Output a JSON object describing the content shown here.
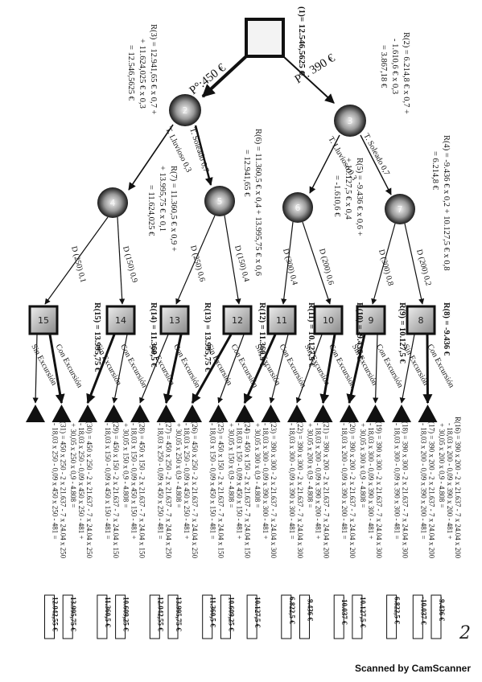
{
  "page_number": "2",
  "footer": "Scanned by CamScanner",
  "root": {
    "value": "(1)= 12.546,5625 €"
  },
  "branches": {
    "left_label": "P°:450 €",
    "right_label": "P°. 390 €"
  },
  "reward_labels": {
    "r3": [
      "R(3) = 12.941,65 € x 0,7 +",
      "+ 11.624,025 € x 0,3",
      "= 12.546,5625 €"
    ],
    "r2": [
      "R(2) = 6.214,8 € x 0,7 +",
      "- 1.610,6 € x 0,3",
      "= 3.867,18 €"
    ],
    "r6": [
      "R(6) = 11.360,5 € x 0,4 + 13.995,75 € x 0,6",
      "= 12.941,65 €"
    ],
    "r7": [
      "R(7) = 11.360,5 € x 0,9 +",
      "+ 13.995,75 € x 0,1",
      "= 11.624,025 €"
    ],
    "r5": [
      "R(5) = -9.436 € x 0,6 +",
      "+ 10.127,5 € x 0,4",
      "= -1.610,6 €"
    ],
    "r4": [
      "R(4) = -9.436 € x 0,2 + 10.127,5 € x 0,8",
      "= 6.214,8 €"
    ]
  },
  "weather_labels": {
    "lluvioso_a": "T. Lluvioso 0,3",
    "soleado_a": "T. Soleado 0,7",
    "lluvioso_b": "T. Lluvioso 0,3",
    "soleado_b": "T. Soleado 0,7"
  },
  "demand_labels": [
    "D (250) 0,1",
    "D (150) 0,9",
    "D (250) 0,6",
    "D (150) 0,4",
    "D (300) 0,4",
    "D (200) 0,6",
    "D (300) 0,8",
    "D (200) 0,2"
  ],
  "node_numbers": [
    "2",
    "3",
    "4",
    "5",
    "6",
    "7",
    "8",
    "9",
    "10",
    "11",
    "12",
    "13",
    "14",
    "15"
  ],
  "decision_values": [
    "R(15) = 13.995,75 €",
    "R(14) = 11.360,5 €",
    "R(13) = 13.995,75 €",
    "R(12) = 11.360,5 €",
    "R(11) = 10.127,5 €",
    "R(10) = -9.436 €",
    "R(9) = 10.127,5 €",
    "R(8) = -9.436 €"
  ],
  "option_labels": {
    "sin": "Sin Excursión",
    "con": "Con Excursión"
  },
  "leaf_formulas": [
    {
      "head": "R(31) = 450 x 250 - 2 x 21.637 - 7 x 24.04 x 250",
      "lines": [
        "- 18,03 x 250 - 0,09 x 450 x 250 - 481 ="
      ],
      "result": "12.042,55 €"
    },
    {
      "head": "R(30) = 450 x 250 - 2 x 21.637 - 7 x 24.04 x 250",
      "lines": [
        "- 18,03 x 250 - 0,09 x 450 x 250 - 481 +",
        "+ 30,05 x 250 x 0,9 - 4.808 ="
      ],
      "result": "13.995,75 €"
    },
    {
      "head": "R(29) = 450 x 150 - 2 x 21.637 - 7 x 24.04 x 150",
      "lines": [
        "- 18,03 x 150 - 0,09 x 450 x 150 - 481 ="
      ],
      "result": "11.360,5 €"
    },
    {
      "head": "R(28) = 450 x 150 - 2 x 21.637 - 7 x 24.04 x 150",
      "lines": [
        "- 18,03 x 150 - 0,09 x 450 x 150 - 481 +",
        "+ 30,05 x 150 x 0,9 - 4.808 ="
      ],
      "result": "10.609,25 €"
    },
    {
      "head": "R(27) = 450 x 250 - 2 x 21.637 - 7 x 24.04 x 250",
      "lines": [
        "- 18,03 x 250 - 0,09 x 450 x 250 - 481 ="
      ],
      "result": "12.042,55 €"
    },
    {
      "head": "R(26) = 450 x 250 - 2 x 21.637 - 7 x 24.04 x 250",
      "lines": [
        "- 18,03 x 250 - 0,09 x 450 x 250 - 481 +",
        "+ 30,05 x 250 x 0,9 - 4.808 ="
      ],
      "result": "13.995,75 €"
    },
    {
      "head": "R(25) = 450 x 150 - 2 x 21.637 - 7 x 24.04 x 150",
      "lines": [
        "- 18,03 x 150 - 0,09 x 450 x 150 - 481 ="
      ],
      "result": "11.360,5 €"
    },
    {
      "head": "R(24) = 450 x 150 - 2 x 21.637 - 7 x 24.04 x 150",
      "lines": [
        "- 18,03 x 150 - 0,09 x 450 x 150 - 481 +",
        "+ 30,05 x 150 x 0,9 - 4.808 ="
      ],
      "result": "10.609,25 €"
    },
    {
      "head": "R(23) = 390 x 300 - 2 x 21.637 - 7 x 24.04 x 300",
      "lines": [
        "- 18,03 x 300 - 0,09 x 390 x 300 - 481 +",
        "+ 30,05 x 300 x 0,9 - 4.808 ="
      ],
      "result": "10.127,5 €"
    },
    {
      "head": "R(22) = 390 x 300 - 2 x 21.637 - 7 x 24.04 x 300",
      "lines": [
        "- 18,03 x 300 - 0,09 x 390 x 300 - 481 ="
      ],
      "result": "6.822,5 €"
    },
    {
      "head": "R(21) = 390 x 200 - 2 x 21.637 - 7 x 24.04 x 200",
      "lines": [
        "- 18,03 x 200 - 0,09 x 390 x 200 - 481 +",
        "+ 30,05 x 200 x 0,9 - 4.808 ="
      ],
      "result": "-9.436 €"
    },
    {
      "head": "R(20) = 390 x 200 - 2 x 21.637 - 7 x 24.04 x 200",
      "lines": [
        "- 18,03 x 200 - 0,09 x 390 x 200 - 481 ="
      ],
      "result": "-10.037 €"
    },
    {
      "head": "R(19) = 390 x 300 - 2 x 21.637 - 7 x 24.04 x 300",
      "lines": [
        "- 18,03 x 300 - 0,09 x 390 x 300 - 481 +",
        "+ 30,05 x 300 x 0,9 - 4.808 ="
      ],
      "result": "10.127,5 €"
    },
    {
      "head": "R(18) = 390 x 300 - 2 x 21.637 - 7 x 24.04 x 300",
      "lines": [
        "- 18,03 x 300 - 0,09 x 390 x 300 - 481 ="
      ],
      "result": "6.822,5 €"
    },
    {
      "head": "R(17) = 390 x 200 - 2 x 21.637 - 7 x 24.04 x 200",
      "lines": [
        "- 18,03 x 200 - 0,09 x 390 x 200 - 481 ="
      ],
      "result": "-10.037 €"
    },
    {
      "head": "R(16) = 390 x 200 - 2 x 21.637 - 7 x 24.04 x 200",
      "lines": [
        "- 18,03 x 200 - 0,09 x 390 x 200 - 481 +",
        "+ 30,05 x 200 x 0,9 - 4.808 ="
      ],
      "result": "-9.436 €"
    }
  ]
}
